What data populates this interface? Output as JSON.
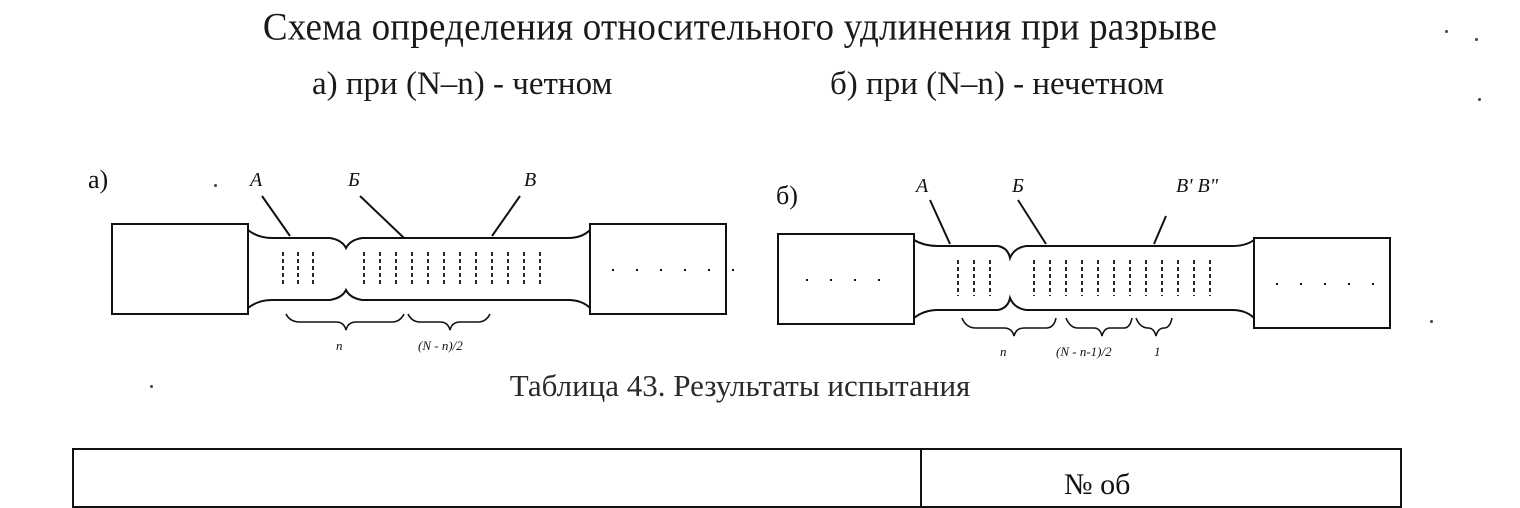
{
  "header": {
    "title": "Схема определения относительного удлинения при разрыве",
    "subtitle_a": "а) при (N–n) - четном",
    "subtitle_b": "б) при (N–n) - нечетном"
  },
  "figure_a": {
    "panel_label": "а)",
    "marks": {
      "a": "А",
      "b": "Б",
      "v": "В"
    },
    "dim_left": "n",
    "dim_right": "(N - n)/2"
  },
  "figure_b": {
    "panel_label": "б)",
    "marks": {
      "a": "А",
      "b": "Б",
      "v": "В' В\""
    },
    "dim_left": "n",
    "dim_middle": "(N - n-1)/2",
    "dim_right": "1"
  },
  "caption": "Таблица 43. Результаты испытания",
  "table": {
    "partial_header": "№ об"
  }
}
